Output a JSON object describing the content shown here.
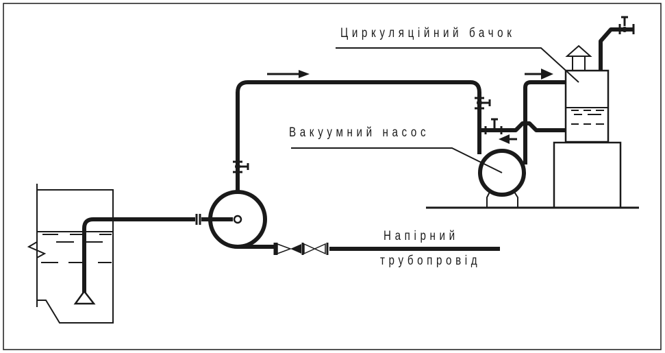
{
  "labels": {
    "circulation_tank": "Циркуляційний бачок",
    "vacuum_pump": "Вакуумний насос",
    "pressure_pipeline_line1": "Напірний",
    "pressure_pipeline_line2": "трубопровід"
  },
  "colors": {
    "line": "#1a1a1a",
    "background": "#ffffff"
  }
}
